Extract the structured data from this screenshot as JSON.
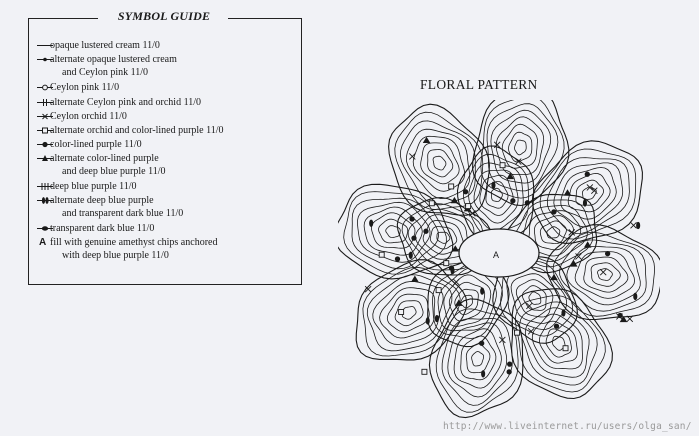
{
  "guide": {
    "title": "SYMBOL GUIDE",
    "entries": [
      {
        "icon": "plain-line-icon",
        "line1": "opaque lustered cream 11/0",
        "line2": ""
      },
      {
        "icon": "dot-line-icon",
        "line1": "alternate opaque lustered cream",
        "line2": "and Ceylon pink 11/0"
      },
      {
        "icon": "open-circle-line-icon",
        "line1": "Ceylon pink 11/0",
        "line2": ""
      },
      {
        "icon": "double-bar-line-icon",
        "line1": "alternate Ceylon pink and orchid 11/0",
        "line2": ""
      },
      {
        "icon": "cross-line-icon",
        "line1": "Ceylon orchid 11/0",
        "line2": ""
      },
      {
        "icon": "square-line-icon",
        "line1": "alternate orchid and color-lined purple 11/0",
        "line2": ""
      },
      {
        "icon": "filled-dot-line-icon",
        "line1": "color-lined purple 11/0",
        "line2": ""
      },
      {
        "icon": "triangle-line-icon",
        "line1": "alternate color-lined purple",
        "line2": "and deep blue purple  11/0"
      },
      {
        "icon": "triple-bar-line-icon",
        "line1": "deep blue purple 11/0",
        "line2": ""
      },
      {
        "icon": "double-drop-line-icon",
        "line1": "alternate deep blue purple",
        "line2": "and transparent dark blue 11/0"
      },
      {
        "icon": "oval-line-icon",
        "line1": "transparent dark blue 11/0",
        "line2": ""
      },
      {
        "icon": "letter-a-icon",
        "line1": "fill with genuine amethyst chips anchored",
        "line2": "with deep blue purple 11/0",
        "glyph": "A"
      }
    ]
  },
  "floral": {
    "title": "FLORAL PATTERN",
    "center_label": "A"
  },
  "watermark": "http://www.liveinternet.ru/users/olga_san/",
  "colors": {
    "background": "#f1f2f6",
    "ink": "#1a1a1a"
  }
}
